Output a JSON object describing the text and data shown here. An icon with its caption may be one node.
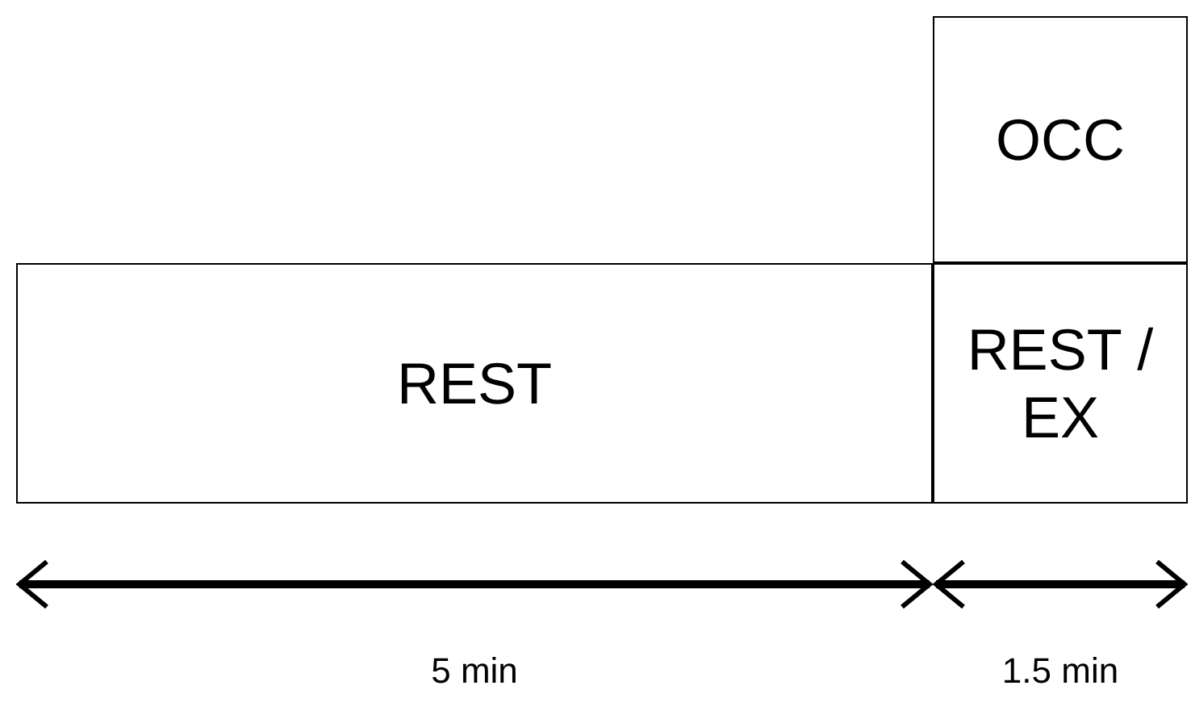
{
  "diagram": {
    "nodes": [
      {
        "text": [
          "OCC"
        ]
      },
      {
        "text": [
          "REST"
        ]
      },
      {
        "text": [
          "REST / EX"
        ]
      }
    ],
    "labels": [
      "5 min",
      "1.5 min"
    ]
  }
}
